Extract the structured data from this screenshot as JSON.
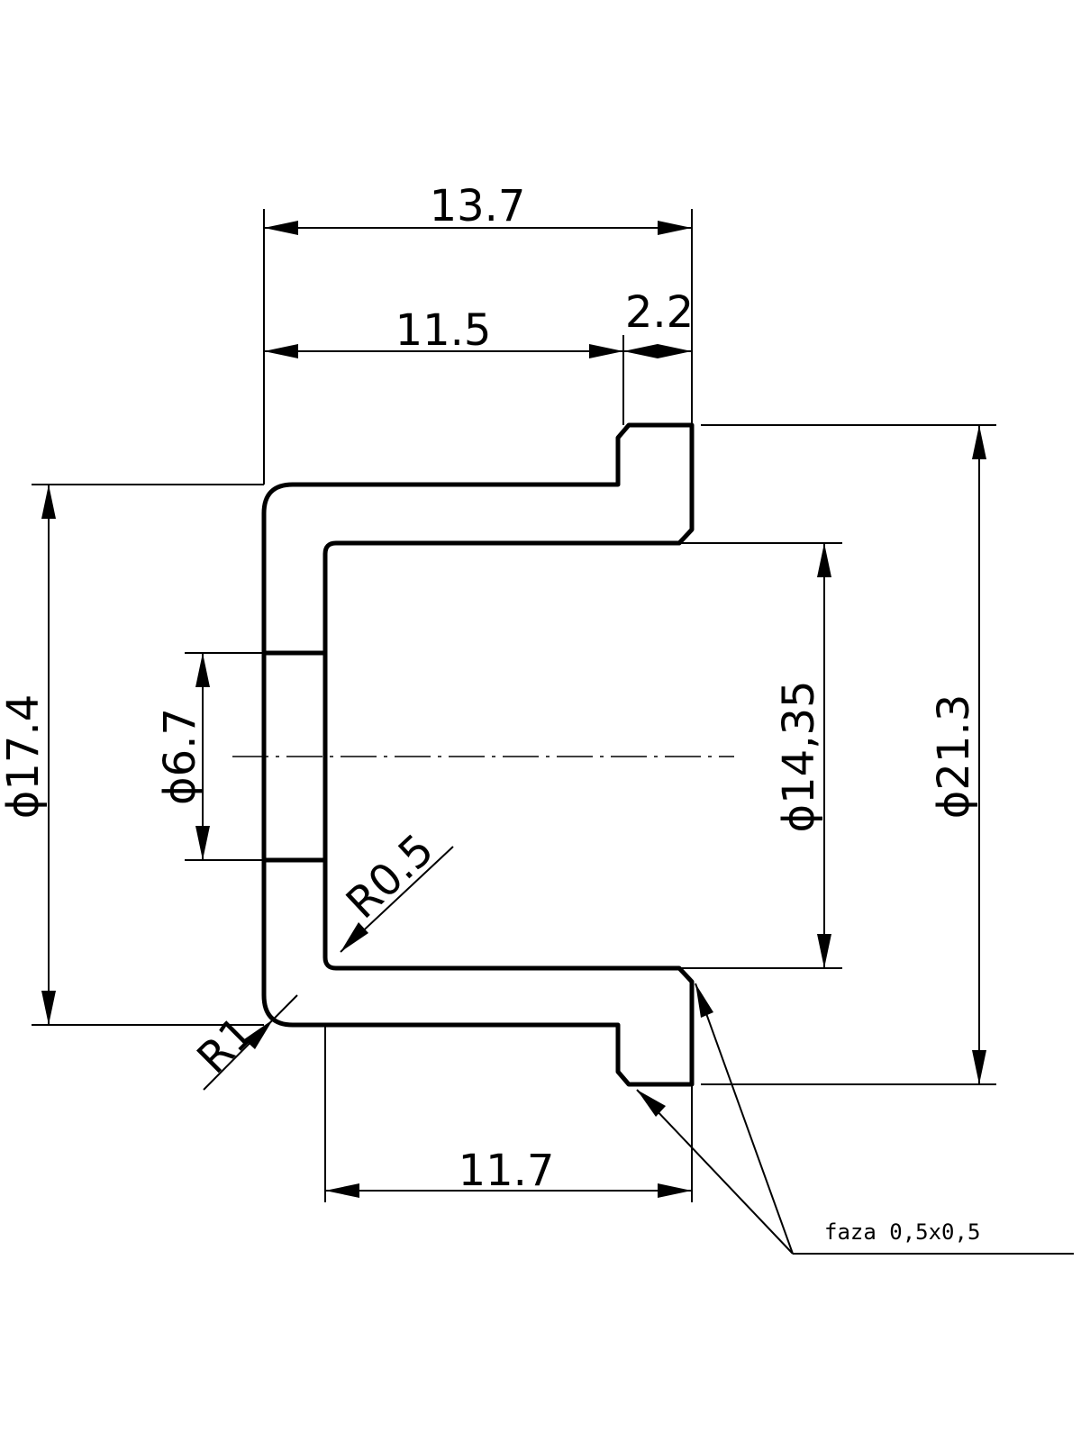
{
  "dimensions": {
    "overall_length": "13.7",
    "body_length": "11.5",
    "flange_width": "2.2",
    "outer_diameter": "ϕ17.4",
    "hole_diameter": "ϕ6.7",
    "bore_diameter": "ϕ14,35",
    "flange_diameter": "ϕ21.3",
    "inner_radius": "R0.5",
    "outer_radius": "R1",
    "bore_depth": "11.7"
  },
  "note": {
    "chamfer": "faza 0,5x0,5"
  }
}
